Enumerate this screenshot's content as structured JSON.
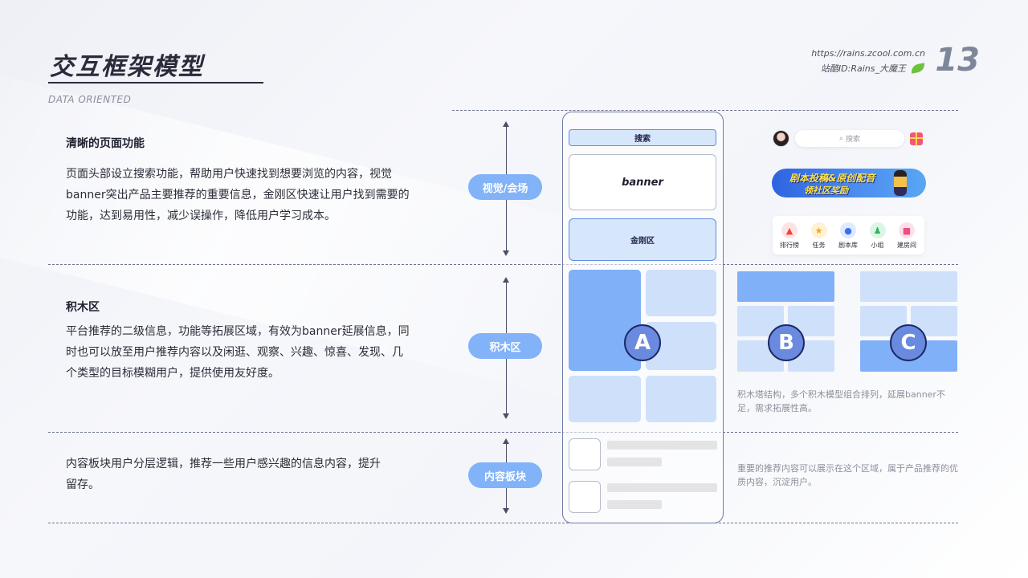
{
  "header": {
    "title": "交互框架模型",
    "subtitle": "DATA ORIENTED",
    "site_url": "https://rains.zcool.com.cn",
    "author": "站酷ID:Rains_大魔王",
    "page_number": "13"
  },
  "sections": [
    {
      "heading": "清晰的页面功能",
      "body": "页面头部设立搜索功能，帮助用户快速找到想要浏览的内容，视觉banner突出产品主要推荐的重要信息，金刚区快速让用户找到需要的功能，达到易用性，减少误操作，降低用户学习成本。",
      "label": "视觉/会场"
    },
    {
      "heading": "积木区",
      "body": "平台推荐的二级信息，功能等拓展区域，有效为banner延展信息，同时也可以放至用户推荐内容以及闲逛、观察、兴趣、惊喜、发现、几个类型的目标模糊用户，提供使用友好度。",
      "label": "积木区"
    },
    {
      "heading": "",
      "body": "内容板块用户分层逻辑，推荐一些用户感兴趣的信息内容，提升留存。",
      "label": "内容板块"
    }
  ],
  "wireframe": {
    "search_label": "搜索",
    "banner_label": "banner",
    "kingkong_label": "金刚区",
    "layouts": [
      "A",
      "B",
      "C"
    ]
  },
  "mock": {
    "search_placeholder": "搜索",
    "promo_line1": "剧本投稿&原创配音",
    "promo_line2": "领社区奖励",
    "icons": [
      {
        "name": "fire-icon",
        "label": "排行榜",
        "bg": "#fde4e4",
        "fg": "#f0433a",
        "glyph": "▲"
      },
      {
        "name": "star-icon",
        "label": "任务",
        "bg": "#fff1d6",
        "fg": "#f6a21a",
        "glyph": "★"
      },
      {
        "name": "book-icon",
        "label": "剧本库",
        "bg": "#dfe9ff",
        "fg": "#3c6ff0",
        "glyph": "●"
      },
      {
        "name": "group-icon",
        "label": "小组",
        "bg": "#dcf6e4",
        "fg": "#2cb65a",
        "glyph": "♟"
      },
      {
        "name": "room-icon",
        "label": "建房间",
        "bg": "#fde0ea",
        "fg": "#ef4d86",
        "glyph": "■"
      }
    ]
  },
  "notes": {
    "blocks": "积木塔结构，多个积木模型组合排列，延展banner不足，需求拓展性高。",
    "content": "重要的推荐内容可以展示在这个区域，属于产品推荐的优质内容，沉淀用户。"
  },
  "colors": {
    "accent": "#82b2f8",
    "block_light": "#cfe0fa",
    "block_dark": "#80b0f7",
    "badge": "#6a8ae0"
  }
}
